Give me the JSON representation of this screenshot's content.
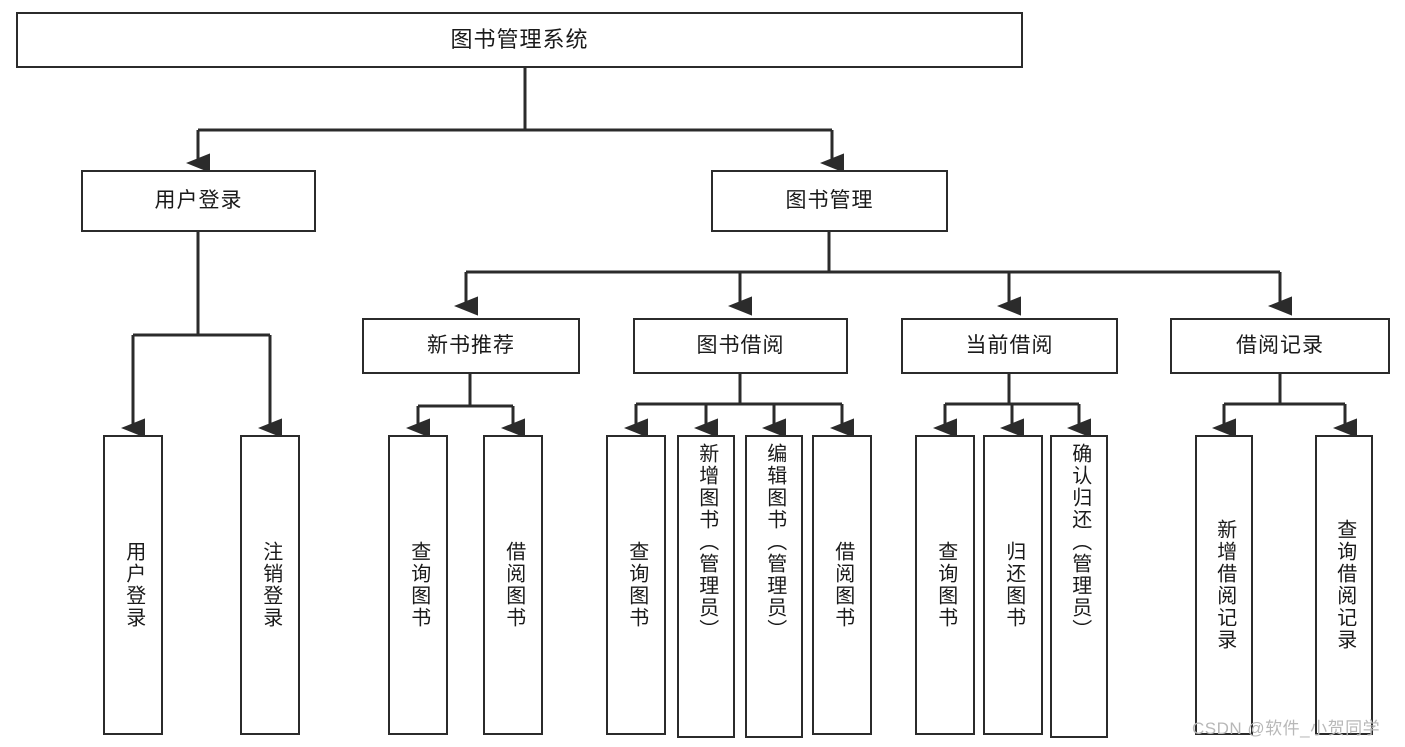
{
  "diagram": {
    "title": "图书管理系统",
    "type": "tree-hierarchy",
    "nodes": {
      "root": {
        "label": "图书管理系统"
      },
      "user_login": {
        "label": "用户登录"
      },
      "book_manage": {
        "label": "图书管理"
      },
      "new_book_rec": {
        "label": "新书推荐"
      },
      "book_borrow": {
        "label": "图书借阅"
      },
      "current_borrow": {
        "label": "当前借阅"
      },
      "borrow_record": {
        "label": "借阅记录"
      },
      "leaf_user_login": {
        "label": "用户登录"
      },
      "leaf_user_logout": {
        "label": "注销登录"
      },
      "leaf_query_book_1": {
        "label": "查询图书"
      },
      "leaf_borrow_book_1": {
        "label": "借阅图书"
      },
      "leaf_query_book_2": {
        "label": "查询图书"
      },
      "leaf_add_book_admin": {
        "label": "新增图书（管理员）"
      },
      "leaf_edit_book_admin": {
        "label": "编辑图书（管理员）"
      },
      "leaf_borrow_book_2": {
        "label": "借阅图书"
      },
      "leaf_query_book_3": {
        "label": "查询图书"
      },
      "leaf_return_book": {
        "label": "归还图书"
      },
      "leaf_confirm_return_admin": {
        "label": "确认归还（管理员）"
      },
      "leaf_add_borrow_record": {
        "label": "新增借阅记录"
      },
      "leaf_query_borrow_record": {
        "label": "查询借阅记录"
      }
    },
    "edges": [
      {
        "from": "root",
        "to": "user_login"
      },
      {
        "from": "root",
        "to": "book_manage"
      },
      {
        "from": "user_login",
        "to": "leaf_user_login"
      },
      {
        "from": "user_login",
        "to": "leaf_user_logout"
      },
      {
        "from": "book_manage",
        "to": "new_book_rec"
      },
      {
        "from": "book_manage",
        "to": "book_borrow"
      },
      {
        "from": "book_manage",
        "to": "current_borrow"
      },
      {
        "from": "book_manage",
        "to": "borrow_record"
      },
      {
        "from": "new_book_rec",
        "to": "leaf_query_book_1"
      },
      {
        "from": "new_book_rec",
        "to": "leaf_borrow_book_1"
      },
      {
        "from": "book_borrow",
        "to": "leaf_query_book_2"
      },
      {
        "from": "book_borrow",
        "to": "leaf_add_book_admin"
      },
      {
        "from": "book_borrow",
        "to": "leaf_edit_book_admin"
      },
      {
        "from": "book_borrow",
        "to": "leaf_borrow_book_2"
      },
      {
        "from": "current_borrow",
        "to": "leaf_query_book_3"
      },
      {
        "from": "current_borrow",
        "to": "leaf_return_book"
      },
      {
        "from": "current_borrow",
        "to": "leaf_confirm_return_admin"
      },
      {
        "from": "borrow_record",
        "to": "leaf_add_borrow_record"
      },
      {
        "from": "borrow_record",
        "to": "leaf_query_borrow_record"
      }
    ],
    "colors": {
      "stroke": "#2b2b2b",
      "fill": "#ffffff",
      "text": "#1a1a1a",
      "watermark": "#b8b8b8"
    }
  },
  "watermark": {
    "text": "CSDN @软件_小贺同学"
  }
}
